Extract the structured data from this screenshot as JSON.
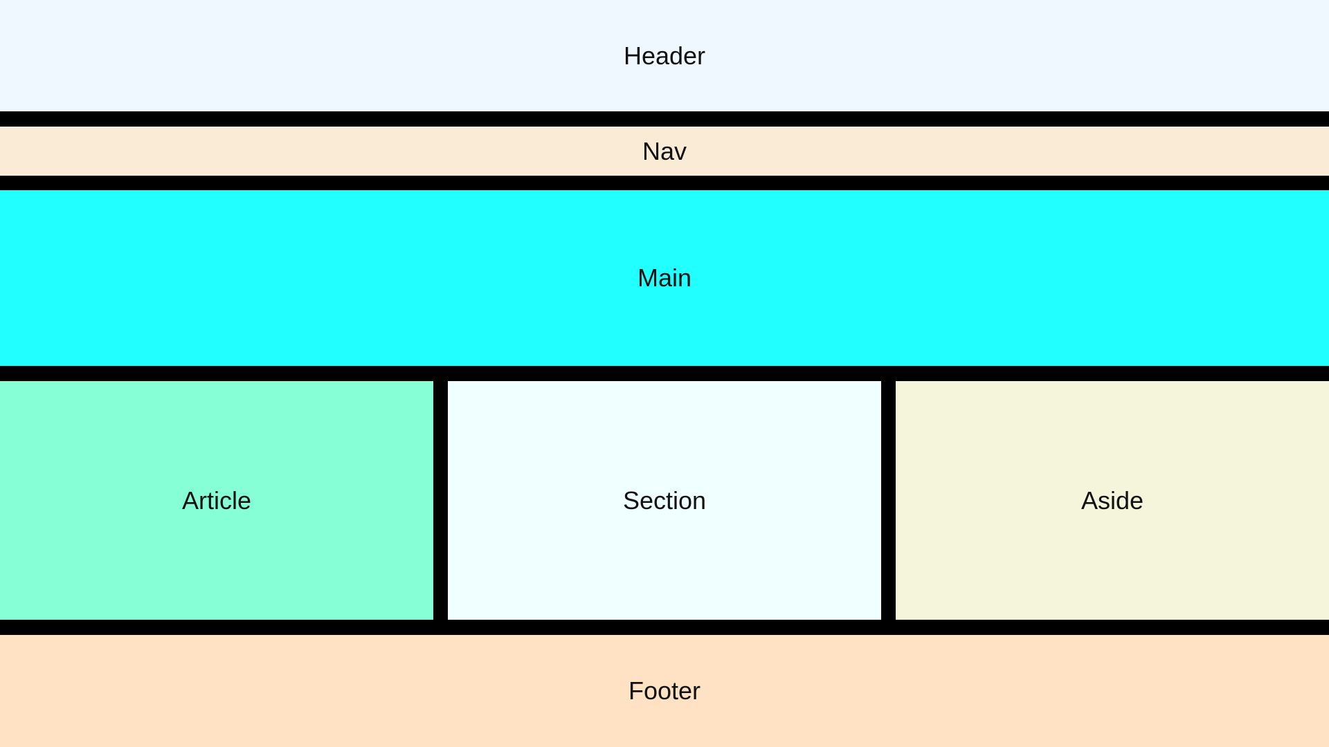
{
  "regions": {
    "header": {
      "label": "Header",
      "color": "#F0F8FF"
    },
    "nav": {
      "label": "Nav",
      "color": "#FAEBD7"
    },
    "main": {
      "label": "Main",
      "color": "#22FFFF"
    },
    "article": {
      "label": "Article",
      "color": "#86FFD6"
    },
    "section": {
      "label": "Section",
      "color": "#F0FFFF"
    },
    "aside": {
      "label": "Aside",
      "color": "#F5F5DC"
    },
    "footer": {
      "label": "Footer",
      "color": "#FFE2C4"
    }
  },
  "colors": {
    "background": "#000000",
    "text": "#111111"
  }
}
